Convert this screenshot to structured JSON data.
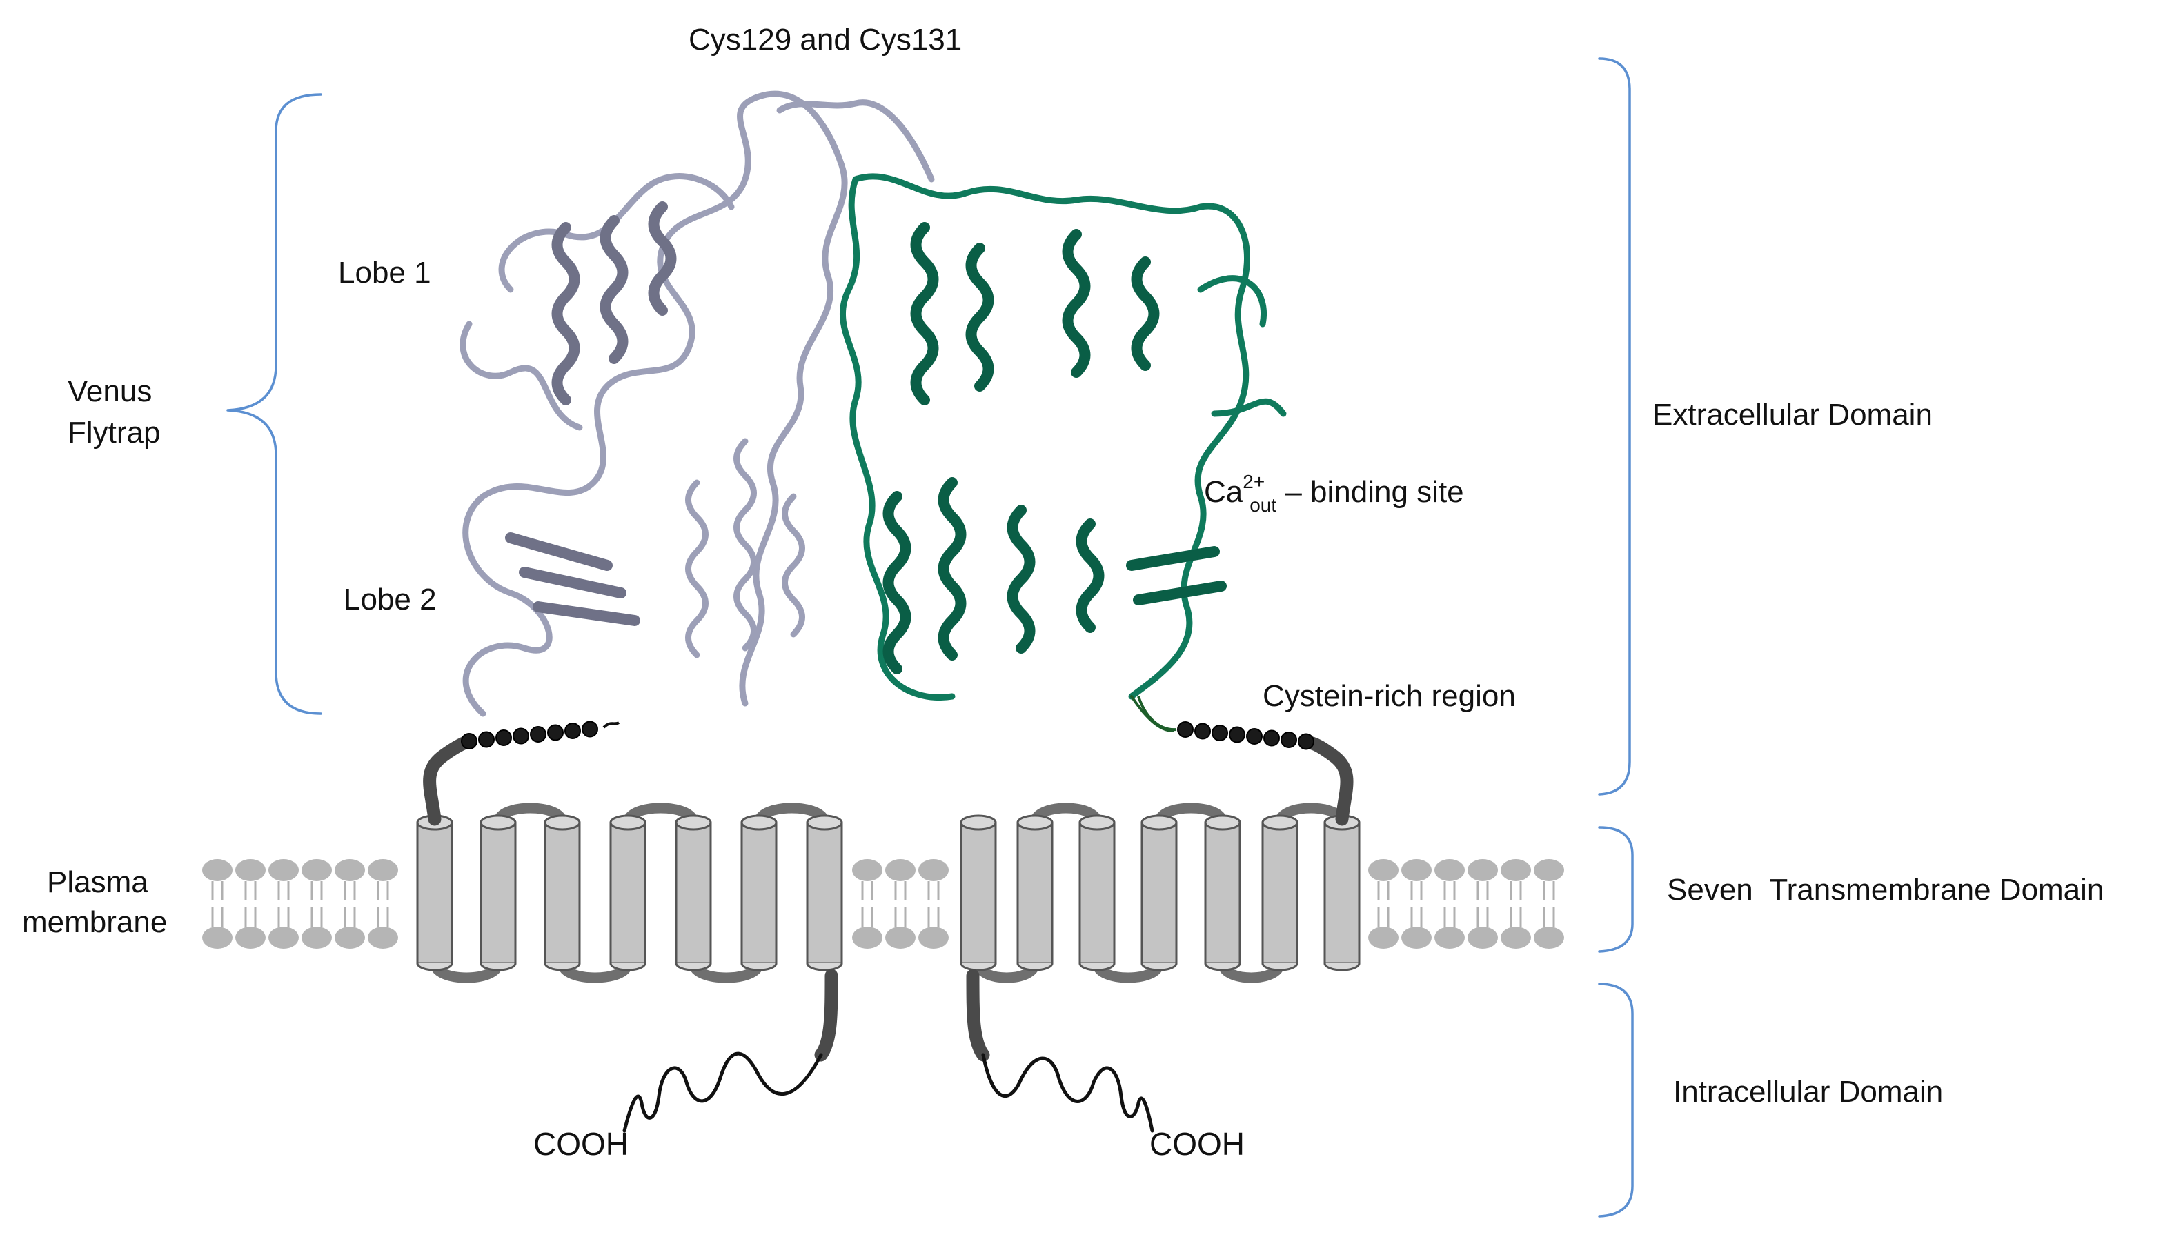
{
  "labels": {
    "cys": "Cys129 and Cys131",
    "lobe1": "Lobe 1",
    "lobe2": "Lobe 2",
    "venus_line1": "Venus",
    "venus_line2": "Flytrap",
    "ca_main": "Ca",
    "ca_sup": "2+",
    "ca_sub": "out",
    "ca_rest": " – binding site",
    "cysteine_rich": "Cystein-rich region",
    "extracellular": "Extracellular Domain",
    "seven_tm": "Seven  Transmembrane Domain",
    "intracellular": "Intracellular Domain",
    "plasma_line1": "Plasma",
    "plasma_line2": "membrane",
    "cooh_left": "COOH",
    "cooh_right": "COOH"
  },
  "colors": {
    "protomer_left": "#9c9fb7",
    "protomer_right": "#0f7a5c",
    "brace": "#5b8fd1",
    "helix": "#c4c4c4"
  }
}
